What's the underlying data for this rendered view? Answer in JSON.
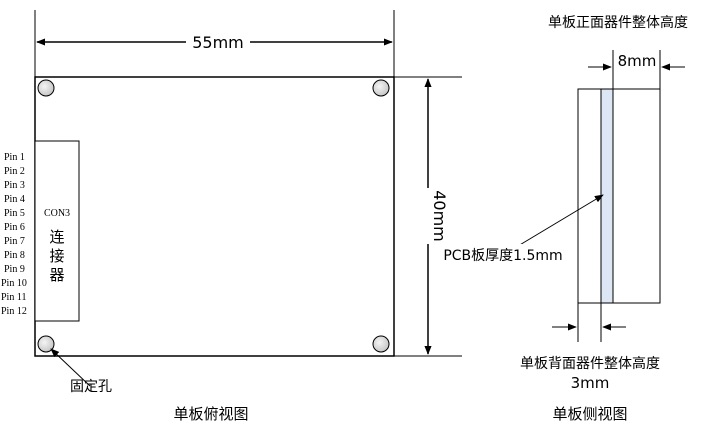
{
  "top_view": {
    "caption": "单板俯视图",
    "width_label": "55mm",
    "height_label": "40mm",
    "connector": {
      "name": "CON3",
      "chars": [
        "连",
        "接",
        "器"
      ]
    },
    "pins": [
      "Pin 1",
      "Pin 2",
      "Pin 3",
      "Pin 4",
      "Pin 5",
      "Pin 6",
      "Pin 7",
      "Pin 8",
      "Pin 9",
      "Pin 10",
      "Pin 11",
      "Pin 12"
    ],
    "mount_hole_label": "固定孔"
  },
  "side_view": {
    "caption": "单板侧视图",
    "front_height_title": "单板正面器件整体高度",
    "front_height_value": "8mm",
    "pcb_thickness_label": "PCB板厚度1.5mm",
    "back_height_title": "单板背面器件整体高度",
    "back_height_value": "3mm"
  },
  "colors": {
    "line": "#000000",
    "pcb_fill": "#dde6f5",
    "hole_fill": "#dedede"
  }
}
